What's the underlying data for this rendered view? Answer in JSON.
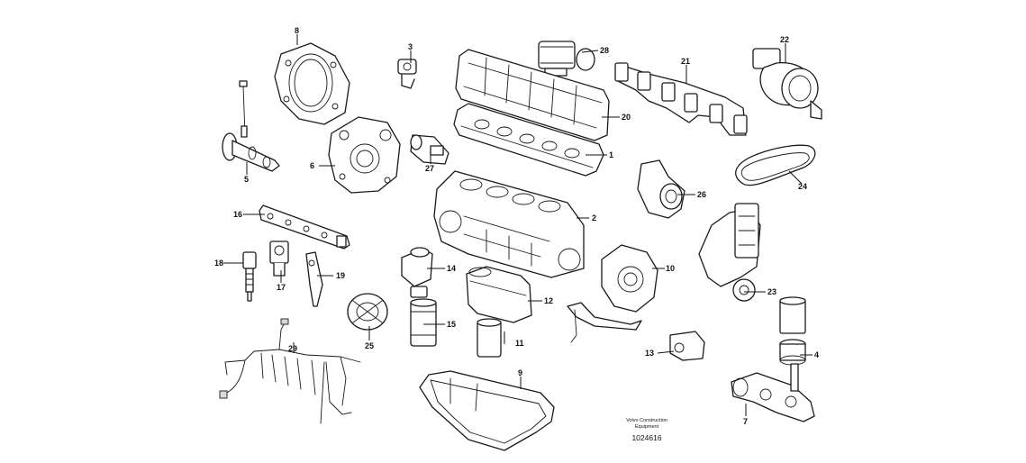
{
  "callouts": [
    "1",
    "2",
    "3",
    "4",
    "5",
    "6",
    "7",
    "8",
    "9",
    "10",
    "11",
    "12",
    "13",
    "14",
    "15",
    "16",
    "17",
    "18",
    "19",
    "20",
    "21",
    "22",
    "23",
    "24",
    "25",
    "26",
    "27",
    "28",
    "29"
  ],
  "reference": {
    "line1": "Volvo Construction",
    "line2": "Equipment",
    "number": "1024616"
  }
}
